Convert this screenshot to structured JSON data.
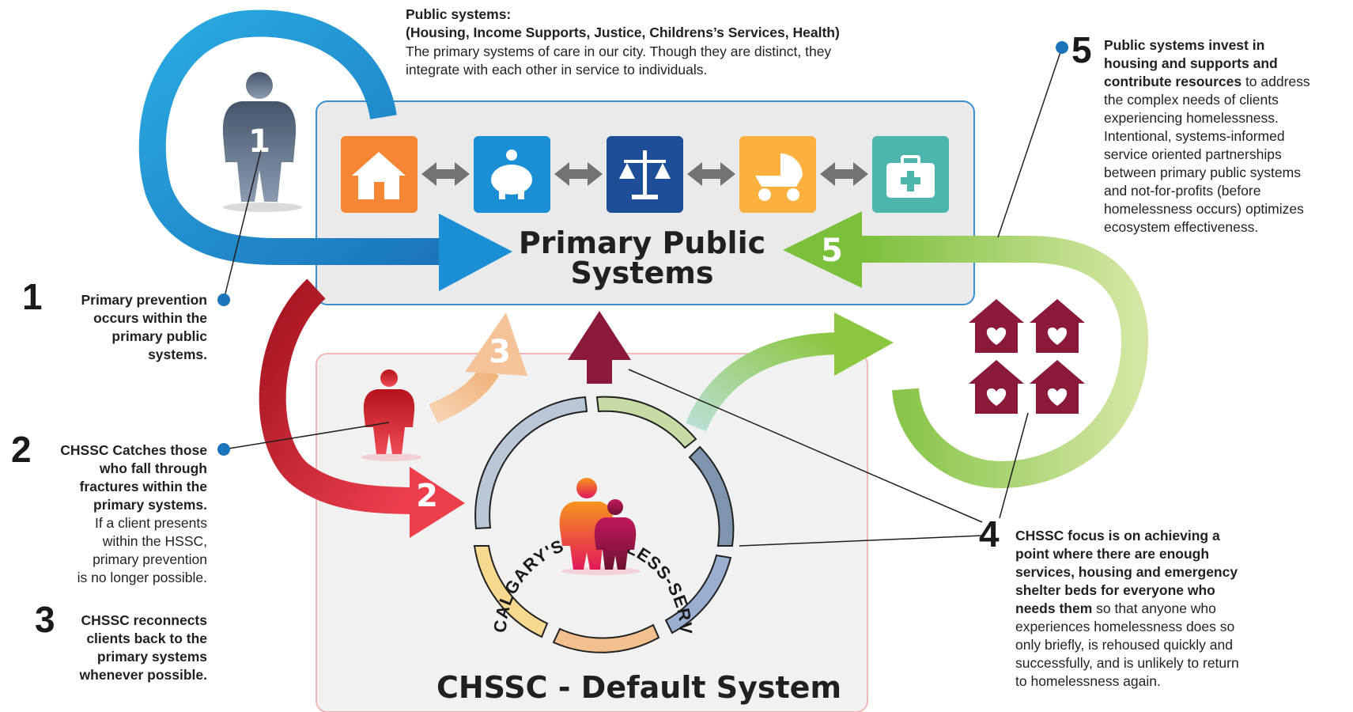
{
  "header": {
    "title": "Public systems:",
    "subtitle": "(Housing, Income Supports, Justice, Childrens’s Services, Health)",
    "desc1": "The primary systems of care in our city. Though they are distinct, they",
    "desc2": "integrate with each other in service to individuals."
  },
  "primary_box": {
    "title1": "Primary Public",
    "title2": "Systems",
    "icons": [
      "house-icon",
      "piggy-bank-icon",
      "scales-of-justice-icon",
      "baby-stroller-icon",
      "first-aid-kit-icon"
    ]
  },
  "chssc_box": {
    "title": "CHSSC - Default System",
    "ring_text": "CALGARY'S HOMELESS-SERVING SYSTEM OF CARE"
  },
  "markers": {
    "m1": "1",
    "m2": "2",
    "m3": "3",
    "m5": "5"
  },
  "notes": {
    "n1": {
      "num": "1",
      "lines": [
        "Primary prevention",
        "occurs within the",
        "primary public",
        "systems."
      ]
    },
    "n2": {
      "num": "2",
      "bold_lines": [
        "CHSSC Catches those",
        "who fall through",
        "fractures within the",
        "primary systems."
      ],
      "lines": [
        "If a client presents",
        "within the HSSC,",
        "primary prevention",
        "is no longer possible."
      ]
    },
    "n3": {
      "num": "3",
      "lines": [
        "CHSSC reconnects",
        "clients back to the",
        "primary systems",
        "whenever possible."
      ]
    },
    "n4": {
      "num": "4",
      "bold_lines": [
        "CHSSC focus is on achieving a",
        "point where there are enough",
        "services, housing and emergency",
        "shelter beds for everyone who"
      ],
      "mixed_bold": "needs them",
      "mixed_rest": " so that anyone who",
      "lines": [
        "experiences homelessness does so",
        "only briefly, is rehoused quickly and",
        "successfully, and is unlikely to return",
        "to homelessness again."
      ]
    },
    "n5": {
      "num": "5",
      "bold_lines": [
        "Public systems invest in",
        "housing and supports and"
      ],
      "mixed_bold": "contribute resources",
      "mixed_rest": " to address",
      "lines": [
        "the complex needs of clients",
        "experiencing homelessness.",
        "Intentional, systems-informed",
        "service oriented partnerships",
        "between primary public systems",
        "and not-for-profits (before",
        "homelessness occurs) optimizes",
        "ecosystem effectiveness."
      ]
    }
  },
  "colors": {
    "blue": "#1b8fd6",
    "red": "#c8202e",
    "green": "#8dc63f",
    "maroon": "#8b1a3a",
    "peach": "#f4c39a"
  }
}
